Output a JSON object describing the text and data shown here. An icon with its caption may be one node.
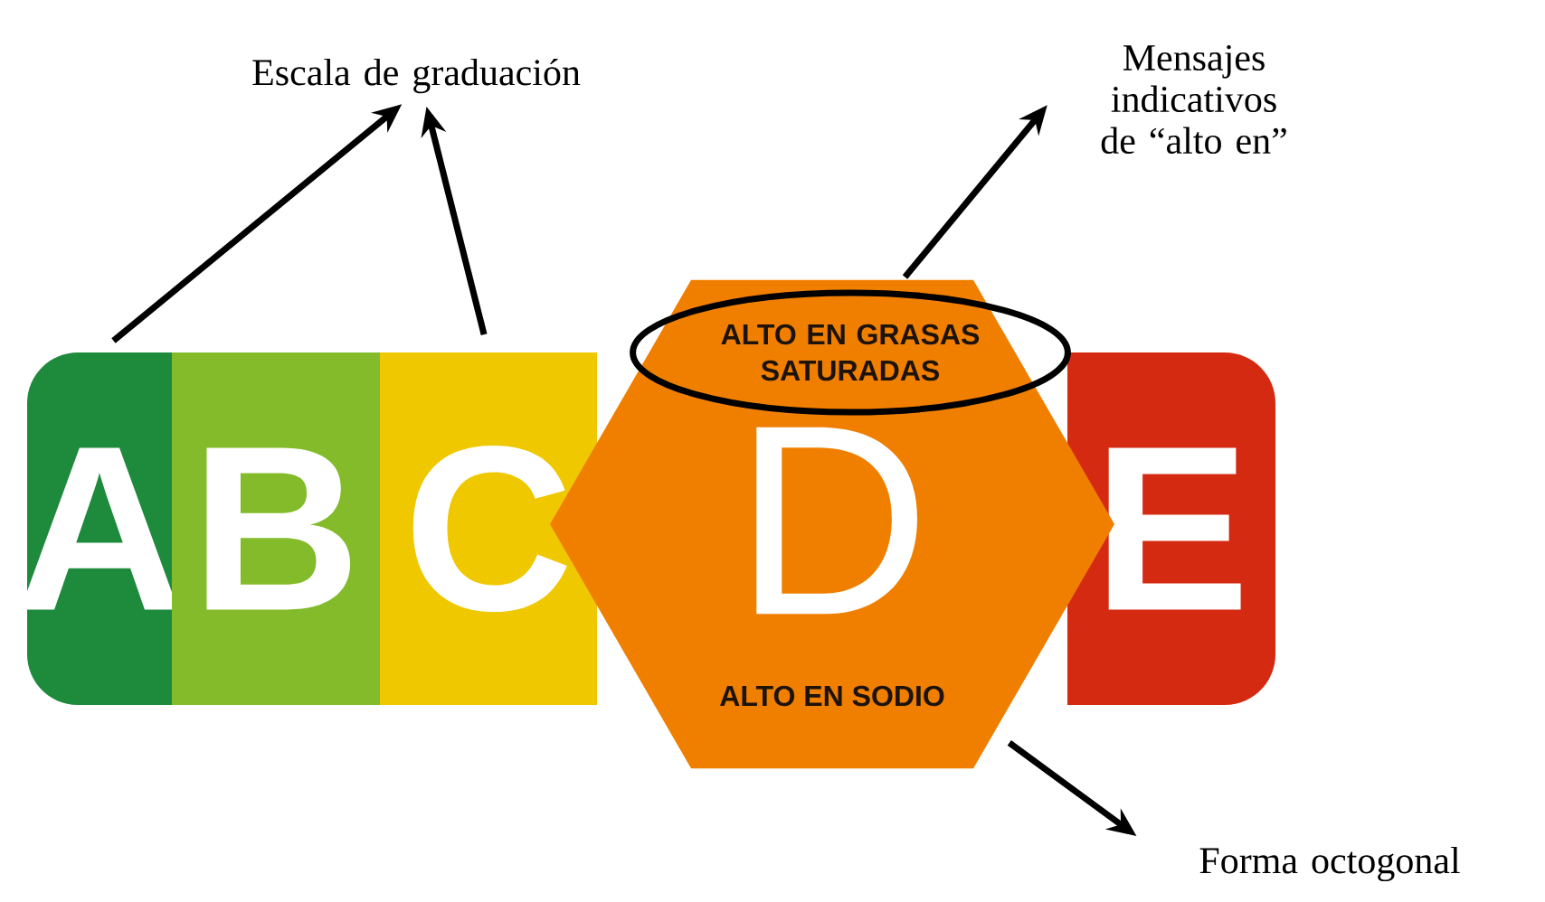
{
  "diagram": {
    "nodes": [
      {
        "text": [
          "Escala de graduación"
        ]
      },
      {
        "text": [
          "A"
        ]
      },
      {
        "text": [
          "B"
        ]
      },
      {
        "text": [
          "C"
        ]
      },
      {
        "text": [
          "D",
          "ALTO EN SODIO"
        ]
      },
      {
        "text": [
          "ALTO EN GRASAS SATURADAS"
        ],
        "in": 4
      },
      {
        "text": [
          "E"
        ]
      },
      {
        "text": [
          "Mensajes indicativos de “alto en”"
        ]
      },
      {
        "text": [
          "Forma octogonal"
        ]
      }
    ],
    "edges": [
      {
        "from": 1,
        "to": 0,
        "arrow": "to"
      },
      {
        "from": 3,
        "to": 0,
        "arrow": "to"
      },
      {
        "from": 5,
        "to": 7,
        "arrow": "to"
      },
      {
        "from": 4,
        "to": 8,
        "arrow": "to"
      }
    ]
  }
}
